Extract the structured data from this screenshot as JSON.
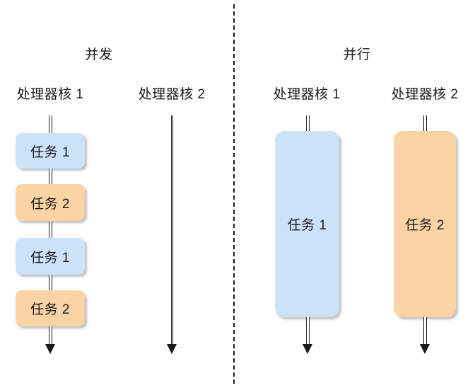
{
  "diagram": {
    "title_concurrency": "并发",
    "title_parallelism": "并行",
    "core_label_1": "处理器核 1",
    "core_label_2": "处理器核 2",
    "task_1": "任务 1",
    "task_2": "任务 2",
    "colors": {
      "task_blue": "#cbe2f8",
      "task_orange": "#fbd4a5",
      "line": "#1a1a1a",
      "background": "#ffffff"
    },
    "left_panel": {
      "title": "并发",
      "core1_label": "处理器核 1",
      "core2_label": "处理器核 2",
      "core1_sequence": [
        {
          "label": "任务 1",
          "color": "blue"
        },
        {
          "label": "任务 2",
          "color": "orange"
        },
        {
          "label": "任务 1",
          "color": "blue"
        },
        {
          "label": "任务 2",
          "color": "orange"
        }
      ],
      "core2_sequence": []
    },
    "right_panel": {
      "title": "并行",
      "core1_label": "处理器核 1",
      "core2_label": "处理器核 2",
      "core1_sequence": [
        {
          "label": "任务 1",
          "color": "blue"
        }
      ],
      "core2_sequence": [
        {
          "label": "任务 2",
          "color": "orange"
        }
      ]
    }
  }
}
